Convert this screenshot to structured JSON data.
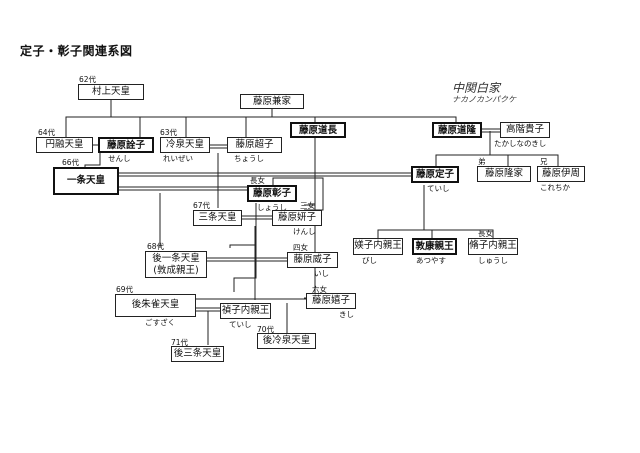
{
  "title": "定子・彰子関連系図",
  "handwritten": {
    "line1": "中関白家",
    "line2": "ナカノカンパクケ"
  },
  "persons": {
    "murakami": {
      "name": "村上天皇",
      "order": "62代"
    },
    "kaneie": {
      "name": "藤原兼家"
    },
    "enyu": {
      "name": "円融天皇",
      "order": "64代"
    },
    "senshi": {
      "name": "藤原詮子",
      "reading": "せんし"
    },
    "reizei": {
      "name": "冷泉天皇",
      "order": "63代",
      "reading": "れいぜい"
    },
    "choshi": {
      "name": "藤原超子",
      "reading": "ちょうし"
    },
    "michinaga": {
      "name": "藤原道長"
    },
    "michitaka": {
      "name": "藤原道隆"
    },
    "takashina": {
      "name": "高階貴子",
      "reading": "たかしなのきし"
    },
    "ichijo": {
      "name": "一条天皇",
      "order": "66代"
    },
    "shoshi": {
      "name": "藤原彰子",
      "rank": "長女",
      "reading": "しょうし"
    },
    "teishi": {
      "name": "藤原定子",
      "reading": "ていし"
    },
    "takaie": {
      "name": "藤原隆家",
      "rank": "弟"
    },
    "korechika": {
      "name": "藤原伊周",
      "rank": "兄",
      "reading": "これちか"
    },
    "sanjo": {
      "name": "三条天皇",
      "order": "67代"
    },
    "kenshi": {
      "name": "藤原妍子",
      "rank": "三女",
      "reading": "けんし"
    },
    "bishi": {
      "name": "媄子内親王",
      "reading": "びし"
    },
    "atsuyasu": {
      "name": "敦康親王",
      "reading": "あつやす"
    },
    "shushi": {
      "name": "脩子内親王",
      "rank": "長女",
      "reading": "しゅうし"
    },
    "goichijo": {
      "name": "後一条天皇",
      "name2": "(敦成親王)",
      "order": "68代"
    },
    "ishi": {
      "name": "藤原威子",
      "rank": "四女",
      "reading": "いし"
    },
    "gosuzaku": {
      "name": "後朱雀天皇",
      "order": "69代",
      "reading": "ごすざく"
    },
    "kishi": {
      "name": "藤原嬉子",
      "rank": "六女",
      "reading": "きし"
    },
    "teishi2": {
      "name": "禎子内親王",
      "reading": "ていし"
    },
    "goreizei": {
      "name": "後冷泉天皇",
      "order": "70代"
    },
    "gosanjo": {
      "name": "後三条天皇",
      "order": "71代"
    }
  }
}
